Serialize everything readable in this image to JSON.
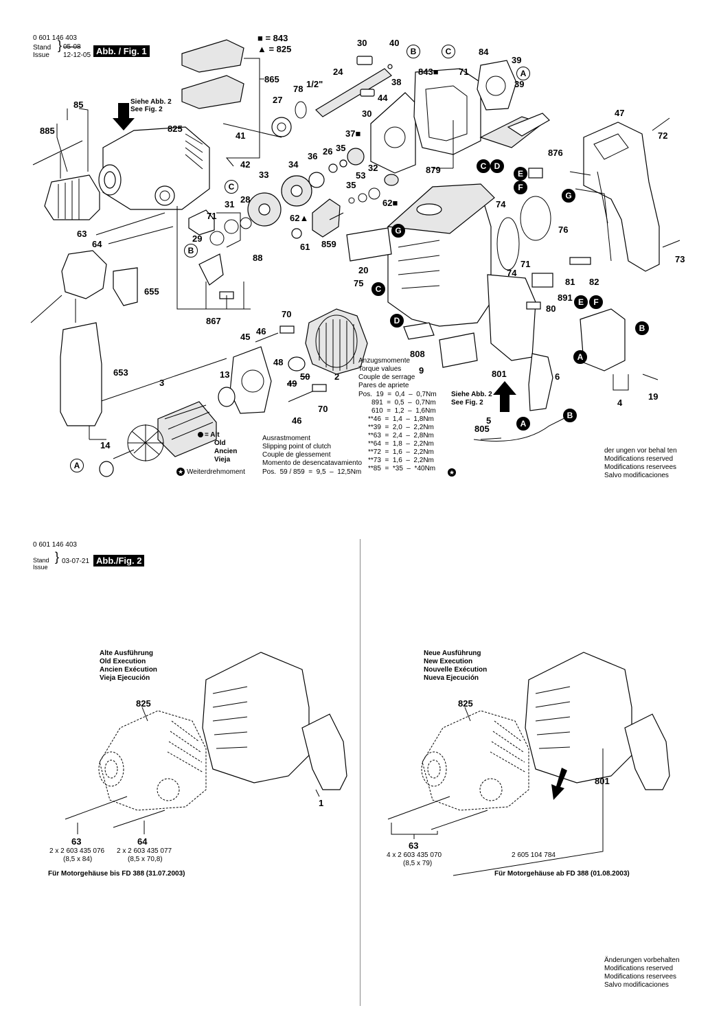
{
  "fig1": {
    "part_number": "0 601 146 403",
    "stand_label": "Stand",
    "issue_label": "Issue",
    "stand_date": "05-08",
    "issue_date": "12-12-05",
    "badge": "Abb. / Fig. 1",
    "legend_square": "■ = 843",
    "legend_triangle": "▲ = 825",
    "siehe_abb": "Siehe Abb. 2",
    "see_fig": "See Fig. 2",
    "siehe_abb_b": "Siehe Abb. 2",
    "see_fig_b": "See Fig. 2",
    "alt_legend": [
      "= Alt",
      "Old",
      "Ancien",
      "Vieja"
    ],
    "weiterdreh": "Weiterdrehmoment",
    "torque_title": [
      "Anzugsmomente",
      "Torque values",
      "Couple de serrage",
      "Pares de apriete"
    ],
    "torque_rows": [
      "Pos.  19  =  0,4  –  0,7Nm",
      "891  =  0,5  –  0,7Nm",
      "610  =  1,2  –  1,6Nm",
      "**46  =  1,4  –  1,8Nm",
      "**39  =  2,0  –  2,2Nm",
      "**63  =  2,4  –  2,8Nm",
      "**64  =  1,8  –  2,2Nm",
      "**72  =  1,6  –  2,2Nm",
      "**73  =  1,6  –  2,2Nm",
      "**85  =  *35  –  *40Nm"
    ],
    "clutch_title": [
      "Ausrastmoment",
      "Slipping point of clutch",
      "Couple de glessement",
      "Momento de desencatavamiento"
    ],
    "clutch_row": "Pos.  59 / 859  =  9,5  –  12,5Nm",
    "modifications": [
      "der ungen  vor behal ten",
      "Modifications reserved",
      "Modifications reservees",
      "Salvo modificaciones"
    ],
    "labels": [
      "843",
      "825",
      "30",
      "40",
      "B",
      "C",
      "84",
      "39",
      "A",
      "39",
      "865",
      "24",
      "38",
      "843■",
      "71",
      "78",
      "27",
      "1/2\"",
      "30",
      "44",
      "85",
      "885",
      "825",
      "41",
      "42",
      "C",
      "47",
      "72",
      "37■",
      "879",
      "876",
      "36",
      "35",
      "26",
      "34",
      "33",
      "53",
      "32",
      "35",
      "62■",
      "63",
      "64",
      "71",
      "29",
      "B",
      "31",
      "28",
      "62▲",
      "61",
      "859",
      "G",
      "20",
      "74",
      "76",
      "73",
      "655",
      "88",
      "75",
      "71",
      "74",
      "81",
      "82",
      "867",
      "70",
      "46",
      "45",
      "48",
      "49",
      "50",
      "2",
      "808",
      "9",
      "891",
      "80",
      "13",
      "3",
      "653",
      "801",
      "6",
      "4",
      "19",
      "70",
      "46",
      "5",
      "805",
      "14",
      "A"
    ],
    "circles": [
      "C",
      "D",
      "E",
      "F",
      "G",
      "C",
      "D",
      "A",
      "B",
      "E",
      "F",
      "A",
      "B",
      "B",
      "A",
      "B"
    ]
  },
  "fig2": {
    "part_number": "0 601 146 403",
    "stand_label": "Stand",
    "issue_label": "Issue",
    "date": "03-07-21",
    "badge": "Abb./Fig. 2",
    "old_title": [
      "Alte Ausführung",
      "Old Execution",
      "Ancien Exécution",
      "Vieja Ejecución"
    ],
    "new_title": [
      "Neue Ausführung",
      "New Execution",
      "Nouvelle Exécution",
      "Nueva Ejecución"
    ],
    "old": {
      "label_825": "825",
      "label_1": "1",
      "label_63": "63",
      "label_64": "64",
      "p63_code": "2 x 2 603 435 076",
      "p63_dim": "(8,5 x 84)",
      "p64_code": "2 x 2 603 435 077",
      "p64_dim": "(8,5 x 70,8)",
      "footer": "Für Motorgehäuse bis FD 388 (31.07.2003)"
    },
    "new": {
      "label_825": "825",
      "label_801": "801",
      "label_63": "63",
      "p63_code": "4 x 2 603 435 070",
      "p63_dim": "(8,5 x 79)",
      "p801_code": "2 605 104 784",
      "footer": "Für Motorgehäuse ab FD 388 (01.08.2003)"
    },
    "modifications": [
      "Änderungen vorbehalten",
      "Modifications reserved",
      "Modifications reservees",
      "Salvo modificaciones"
    ]
  }
}
